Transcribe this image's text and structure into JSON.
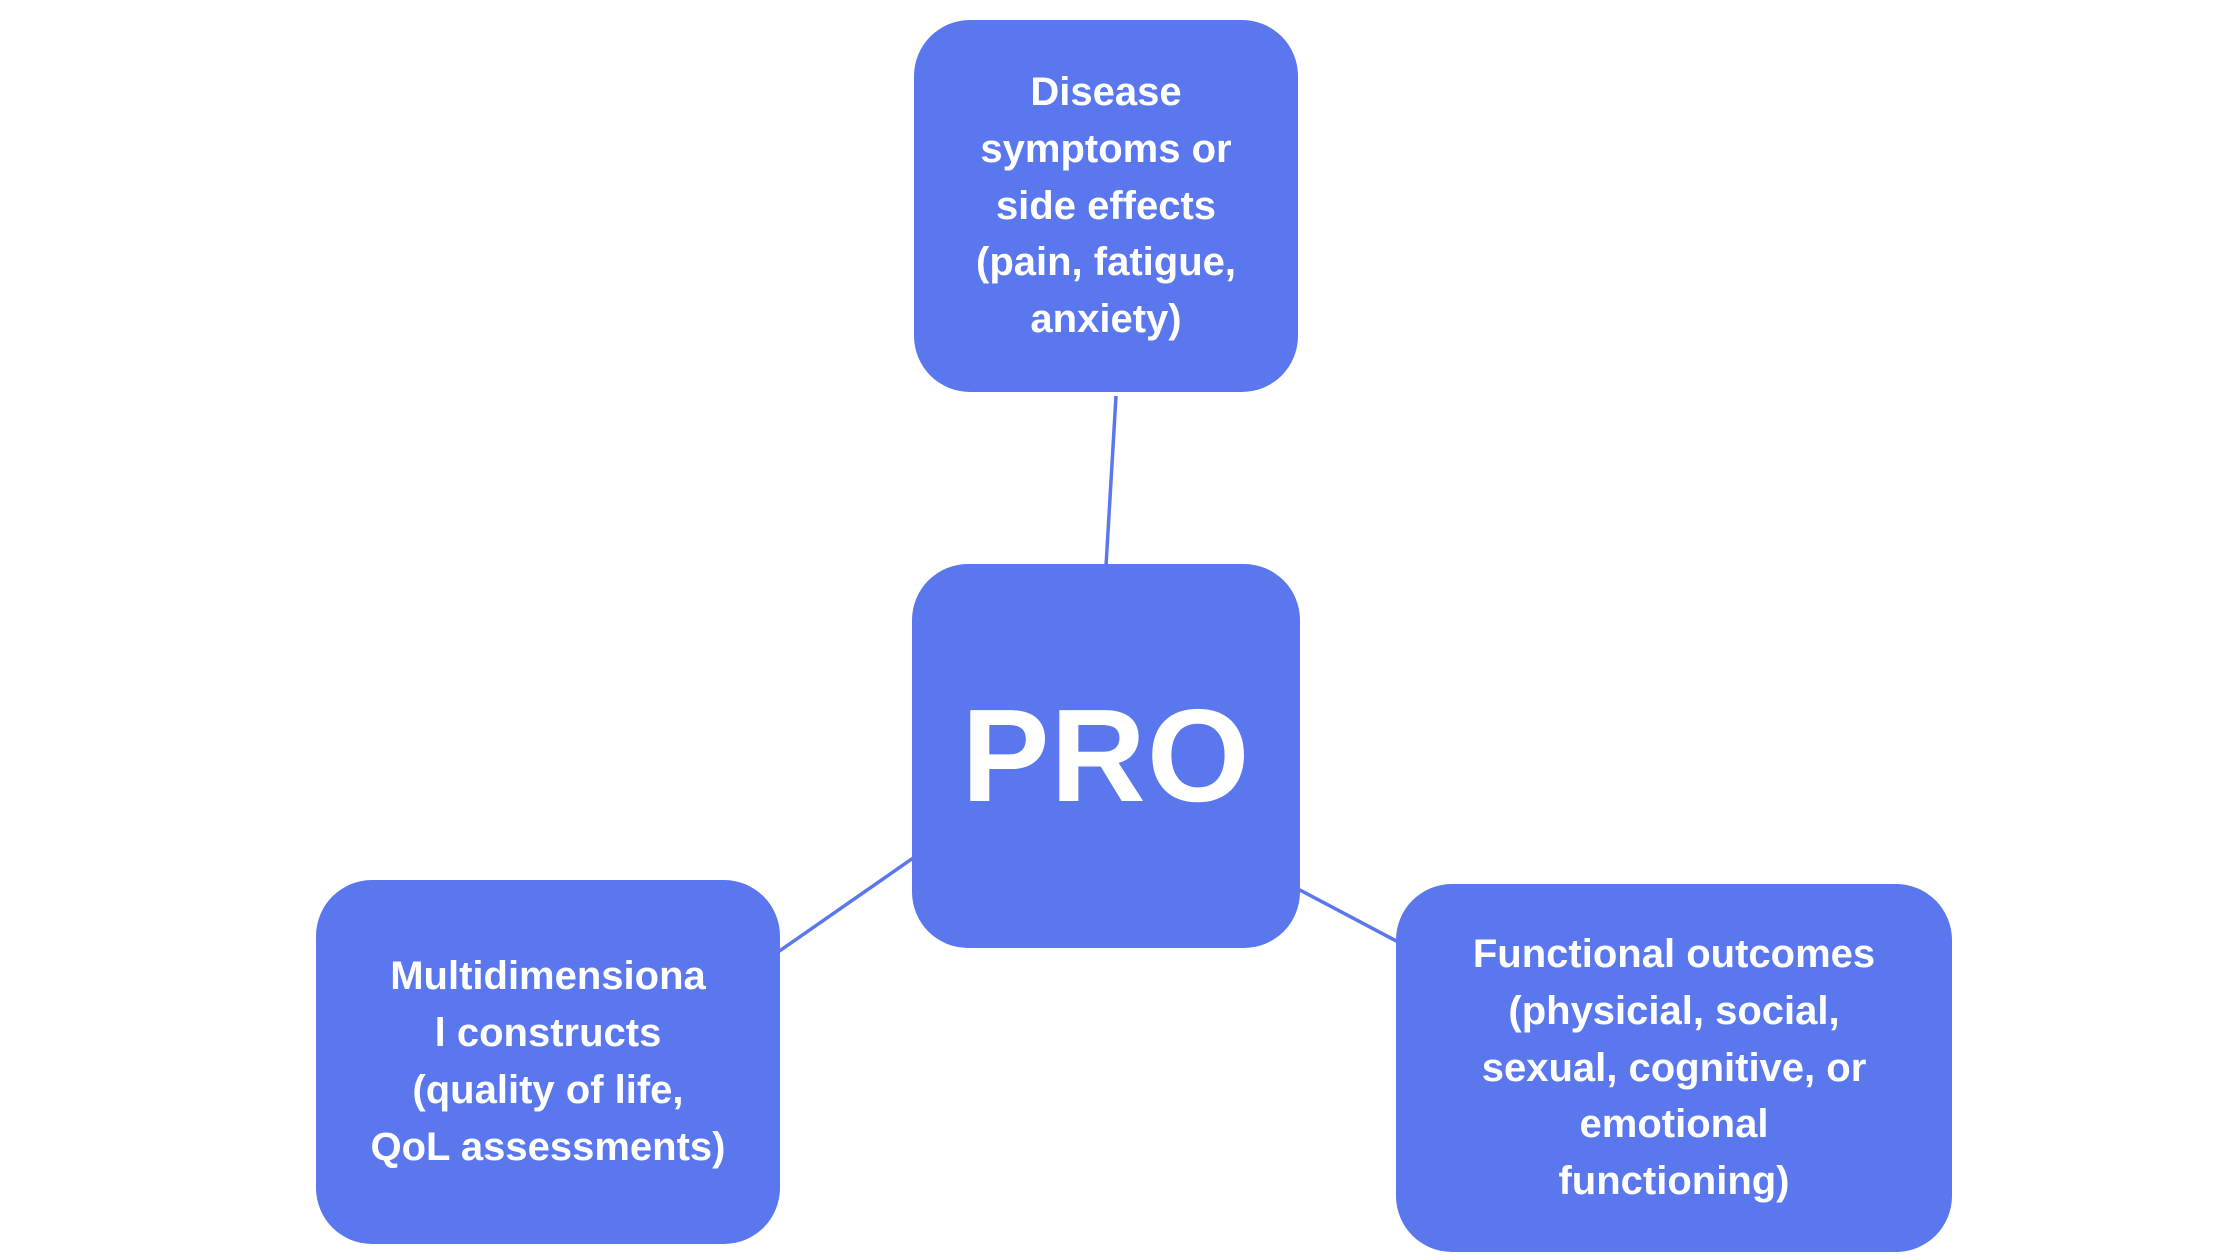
{
  "diagram": {
    "center_node": {
      "label": "PRO"
    },
    "nodes": [
      {
        "id": "disease-symptoms",
        "label": "Disease\nsymptoms or\nside effects\n(pain, fatigue,\nanxiety)"
      },
      {
        "id": "multidimensional-constructs",
        "label": "Multidimensiona\nl constructs\n(quality of life,\nQoL assessments)"
      },
      {
        "id": "functional-outcomes",
        "label": "Functional outcomes\n(physicial, social,\nsexual, cognitive, or\nemotional\nfunctioning)"
      }
    ],
    "colors": {
      "node_fill": "#5a77ee",
      "node_text": "#ffffff",
      "connector": "#5a77ee",
      "background": "#ffffff"
    }
  }
}
